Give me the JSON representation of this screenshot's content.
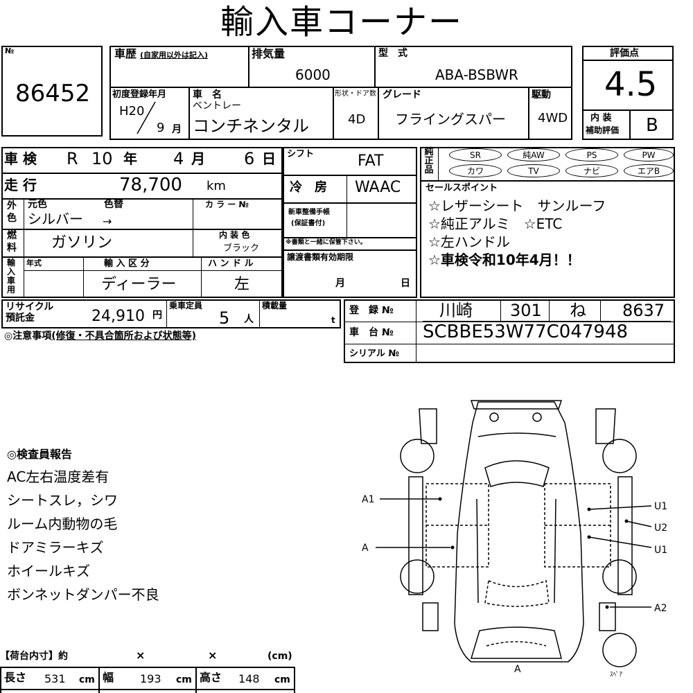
{
  "title": "輸入車コーナー",
  "sheet": {
    "no_label": "№",
    "no_value": "86452",
    "history_label": "車歴",
    "history_note": "(自家用以外は記入)",
    "displacement_label": "排気量",
    "displacement_value": "6000",
    "model_code_label": "型　式",
    "model_code_value": "ABA-BSBWR",
    "first_reg_label": "初度登録年月",
    "first_reg_year": "H20",
    "first_reg_month": "9",
    "first_reg_month_unit": "月",
    "car_name_label": "車　名",
    "maker": "ベントレー",
    "car_name_value": "コンチネンタル",
    "shape_doors_label": "形状・ドア数",
    "shape_doors_value": "4D",
    "grade_label": "グレード",
    "grade_value": "フライングスパー",
    "drive_label": "駆動",
    "drive_value": "4WD",
    "score_label": "評価点",
    "score_value": "4.5",
    "interior_label_1": "内 装",
    "interior_label_2": "補助評価",
    "interior_value": "B"
  },
  "row2": {
    "shaken_label": "車 検",
    "shaken_era": "R",
    "shaken_year": "10",
    "year_unit": "年",
    "shaken_month": "4",
    "month_unit": "月",
    "shaken_day": "6",
    "day_unit": "日",
    "shift_label": "シフト",
    "shift_value": "FAT",
    "mileage_label": "走 行",
    "mileage_value": "78,700",
    "mileage_unit": "km",
    "ac_label": "冷　房",
    "ac_value": "WAAC",
    "color_label_1": "外",
    "color_label_2": "色",
    "orig_color_label": "元色",
    "recolor_label": "色替",
    "color_no_label": "カ ラ ー №",
    "color_value": "シルバー",
    "color_arrow": "→",
    "fuel_label_1": "燃",
    "fuel_label_2": "料",
    "fuel_value": "ガソリン",
    "interior_color_label": "内 装 色",
    "interior_color_value": "ブラック",
    "maint_label_1": "新車整備手帳",
    "maint_label_2": "(保証書付)",
    "maint_note": "※書類と一緒に保管下さい。",
    "import_label": "輸入車用",
    "model_year_label": "年式",
    "import_type_label": "輸 入 区 分",
    "handle_label": "ハ ン ド ル",
    "import_type_value": "ディーラー",
    "handle_value": "左",
    "transfer_label": "譲渡書類有効期限",
    "transfer_month": "月",
    "transfer_day": "日"
  },
  "equipment": {
    "label": "純正品",
    "items": [
      "SR",
      "純AW",
      "PS",
      "PW",
      "カワ",
      "TV",
      "ナビ",
      "エアB"
    ]
  },
  "sales_points": {
    "label": "セールスポイント",
    "lines": [
      "☆レザーシート　サンルーフ",
      "☆純正アルミ　☆ETC",
      "☆左ハンドル",
      "☆車検令和10年4月！！"
    ]
  },
  "bottom": {
    "recycle_label_1": "リサイクル",
    "recycle_label_2": "預託金",
    "recycle_value": "24,910",
    "recycle_unit": "円",
    "capacity_label": "乗車定員",
    "capacity_value": "5",
    "capacity_unit": "人",
    "load_label": "積載量",
    "load_unit": "t",
    "caution": "◎注意事項",
    "caution_note": "(修復・不具合箇所および状態等)",
    "reg_label": "登　録 №",
    "reg_area": "川崎",
    "reg_class": "301",
    "reg_kana": "ね",
    "reg_number": "8637",
    "chassis_label": "車　台 №",
    "chassis_value": "SCBBE53W77C047948",
    "serial_label": "シリアル №"
  },
  "inspector": {
    "heading": "◎検査員報告",
    "lines": [
      "AC左右温度差有",
      "シートスレ，シワ",
      "ルーム内動物の毛",
      "ドアミラーキズ",
      "ホイールキズ",
      "ボンネットダンパー不良"
    ]
  },
  "cargo": {
    "heading": "【荷台内寸】約",
    "x1": "×",
    "x2": "×",
    "unit_paren": "(cm)",
    "length_label": "長さ",
    "length_value": "531",
    "width_label": "幅",
    "width_value": "193",
    "height_label": "高さ",
    "height_value": "148",
    "cm": "cm"
  },
  "diagram": {
    "labels": [
      "A1",
      "A",
      "U1",
      "U2",
      "U1",
      "A2",
      "A"
    ],
    "spare_label": "ｽﾍﾟｱ"
  }
}
